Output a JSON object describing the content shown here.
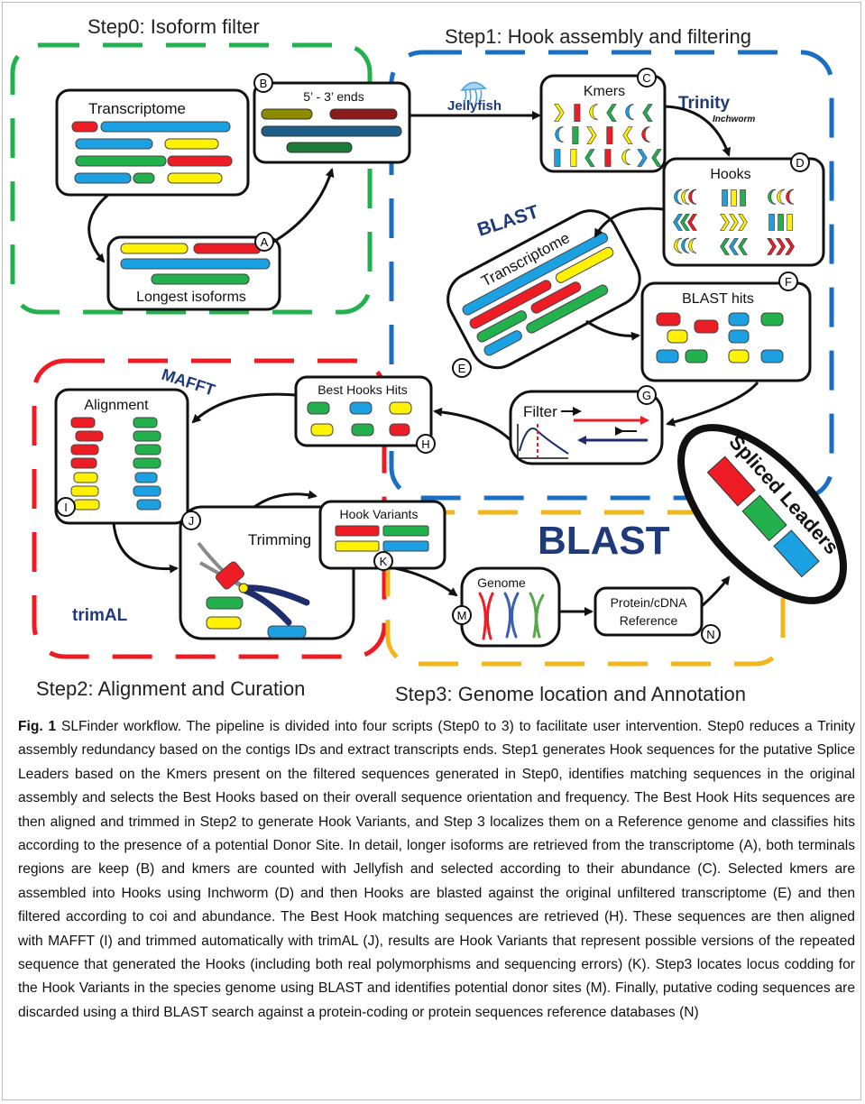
{
  "colors": {
    "step0": "#22b14c",
    "step1": "#1a6fc2",
    "step2": "#ed1c24",
    "step3": "#f2b51b",
    "red": "#ee1c25",
    "blue": "#1ba1e2",
    "yellow": "#fff200",
    "green": "#22b14c",
    "tool_text": "#1f3a7a"
  },
  "steps": {
    "step0": "Step0: Isoform filter",
    "step1": "Step1: Hook assembly and filtering",
    "step2": "Step2: Alignment and Curation",
    "step3": "Step3: Genome location and Annotation"
  },
  "boxes": {
    "transcriptome": "Transcriptome",
    "longest": "Longest isoforms",
    "ends": "5’ - 3’ ends",
    "kmers": "Kmers",
    "hooks": "Hooks",
    "transcriptome2": "Transcriptome",
    "blast_hits": "BLAST hits",
    "filter": "Filter",
    "best_hooks": "Best Hooks Hits",
    "alignment": "Alignment",
    "trimming": "Trimming",
    "hook_variants": "Hook Variants",
    "genome": "Genome",
    "protein_ref_1": "Protein/cDNA",
    "protein_ref_2": "Reference",
    "spliced_leaders": "Spliced Leaders"
  },
  "tools": {
    "jellyfish": "Jellyfish",
    "trinity": "Trinity",
    "inchworm": "Inchworm",
    "blast_small": "BLAST",
    "mafft": "MAFFT",
    "trimal": "trimAL",
    "blast_big": "BLAST"
  },
  "badges": [
    "A",
    "B",
    "C",
    "D",
    "E",
    "F",
    "G",
    "H",
    "I",
    "J",
    "K",
    "M",
    "N"
  ],
  "icons": {
    "jellyfish": "jellyfish-icon",
    "scissors": "scissors-icon",
    "chromosomes": "chromosome-icon"
  },
  "caption": {
    "label": "Fig. 1",
    "text": " SLFinder workflow. The pipeline is divided into four scripts (Step0 to 3) to facilitate user intervention. Step0 reduces a Trinity assembly redundancy based on the contigs IDs and extract transcripts ends. Step1 generates Hook sequences for the putative Splice Leaders based on the Kmers present on the filtered sequences generated in Step0, identifies matching sequences in the original assembly and selects the Best Hooks based on their overall sequence orientation and frequency. The Best Hook Hits sequences are then aligned and trimmed in Step2 to generate Hook Variants, and Step 3 localizes them on a Reference genome and classifies hits according to the presence of a potential Donor Site. In detail, longer isoforms are retrieved from the transcriptome (A), both terminals regions are keep (B) and kmers are counted with Jellyfish and selected according to their abundance (C). Selected kmers are assembled into Hooks using Inchworm (D) and then Hooks are blasted against the original unfiltered transcriptome (E) and then filtered according to coi and abundance. The Best Hook matching sequences are retrieved (H). These sequences are then aligned with MAFFT (I) and trimmed automatically with trimAL (J), results are Hook Variants that represent possible versions of the repeated sequence that generated the Hooks (including both real polymorphisms and sequencing errors) (K). Step3 locates locus codding for the Hook Variants in the species genome using BLAST and identifies potential donor sites (M). Finally, putative coding sequences are discarded using a third BLAST search against a protein-coding or protein sequences reference databases (N)"
  }
}
